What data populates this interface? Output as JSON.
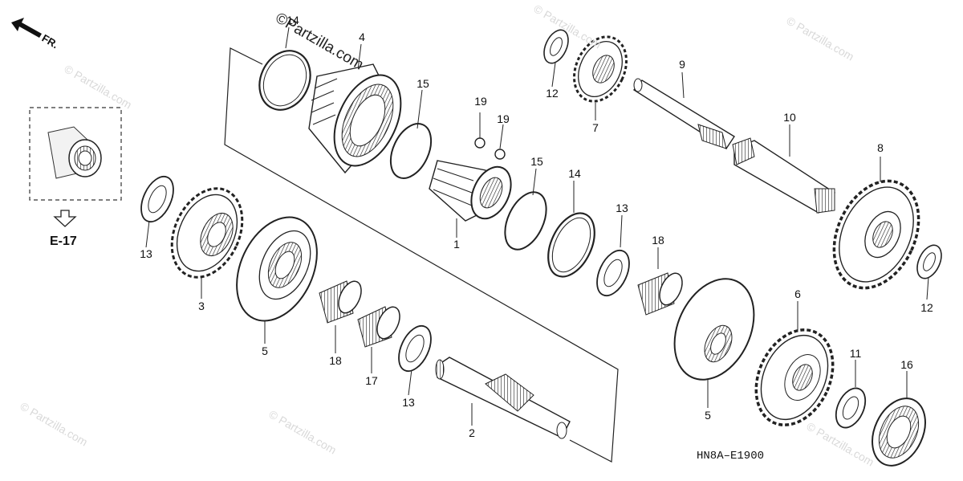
{
  "watermark": {
    "main": "©Partzilla.com",
    "faint": "© Partzilla.com"
  },
  "direction": {
    "label": "FR."
  },
  "reference": {
    "label": "E-17"
  },
  "diagram_code": "HN8A–E1900",
  "callouts": [
    {
      "id": "c14a",
      "text": "14"
    },
    {
      "id": "c4",
      "text": "4"
    },
    {
      "id": "c15a",
      "text": "15"
    },
    {
      "id": "c19a",
      "text": "19"
    },
    {
      "id": "c19b",
      "text": "19"
    },
    {
      "id": "c15b",
      "text": "15"
    },
    {
      "id": "c14b",
      "text": "14"
    },
    {
      "id": "c1",
      "text": "1"
    },
    {
      "id": "c13a",
      "text": "13"
    },
    {
      "id": "c3",
      "text": "3"
    },
    {
      "id": "c5a",
      "text": "5"
    },
    {
      "id": "c18a",
      "text": "18"
    },
    {
      "id": "c17",
      "text": "17"
    },
    {
      "id": "c13b",
      "text": "13"
    },
    {
      "id": "c2",
      "text": "2"
    },
    {
      "id": "c12a",
      "text": "12"
    },
    {
      "id": "c7",
      "text": "7"
    },
    {
      "id": "c9",
      "text": "9"
    },
    {
      "id": "c10",
      "text": "10"
    },
    {
      "id": "c8",
      "text": "8"
    },
    {
      "id": "c13c",
      "text": "13"
    },
    {
      "id": "c18b",
      "text": "18"
    },
    {
      "id": "c12b",
      "text": "12"
    },
    {
      "id": "c5b",
      "text": "5"
    },
    {
      "id": "c6",
      "text": "6"
    },
    {
      "id": "c11",
      "text": "11"
    },
    {
      "id": "c16",
      "text": "16"
    }
  ]
}
